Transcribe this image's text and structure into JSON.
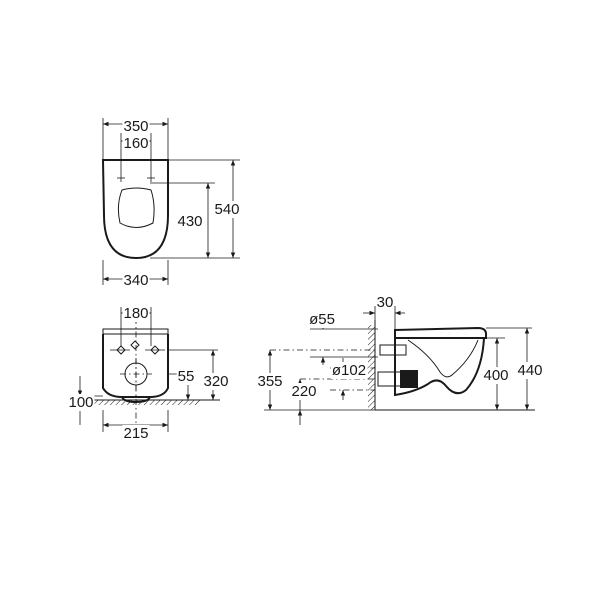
{
  "top_view": {
    "width_outer": "350",
    "width_holes": "160",
    "length_fixing": "430",
    "length_total": "540",
    "width_base": "340"
  },
  "front_view": {
    "width_top": "180",
    "height_inlet": "55",
    "height_total": "320",
    "height_floor": "100",
    "width_outlet": "215"
  },
  "side_view": {
    "dia_inlet": "ø55",
    "wall_gap": "30",
    "dia_outlet": "ø102",
    "height_355": "355",
    "height_220": "220",
    "height_rim": "400",
    "height_top": "440"
  }
}
